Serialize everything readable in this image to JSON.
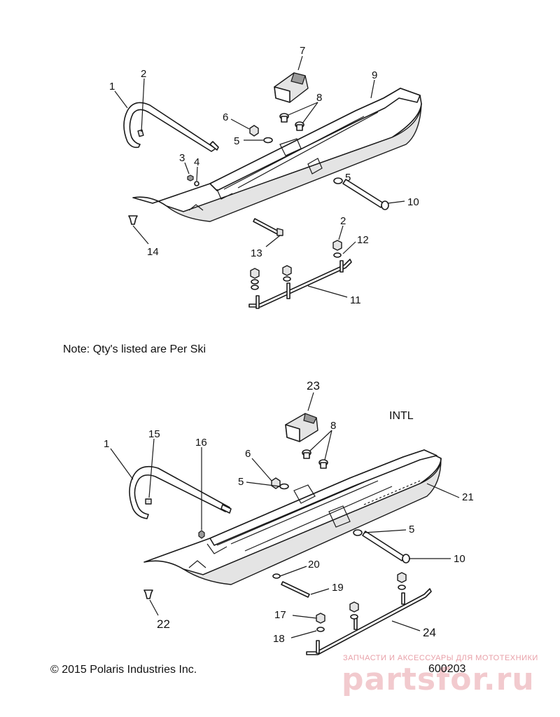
{
  "note": "Note: Qty's listed are Per Ski",
  "region_label": "INTL",
  "copyright": "© 2015 Polaris Industries Inc.",
  "diagram_number": "600203",
  "watermark": {
    "tagline": "ЗАПЧАСТИ И АКСЕССУАРЫ ДЛЯ МОТОТЕХНИКИ",
    "logo_text": "partsfor.ru"
  },
  "top_callouts": [
    "1",
    "2",
    "7",
    "9",
    "6",
    "8",
    "5",
    "3",
    "4",
    "5",
    "10",
    "14",
    "13",
    "2",
    "12",
    "11"
  ],
  "bottom_callouts": [
    "23",
    "8",
    "1",
    "15",
    "16",
    "6",
    "5",
    "21",
    "5",
    "10",
    "20",
    "19",
    "22",
    "17",
    "18",
    "24"
  ]
}
